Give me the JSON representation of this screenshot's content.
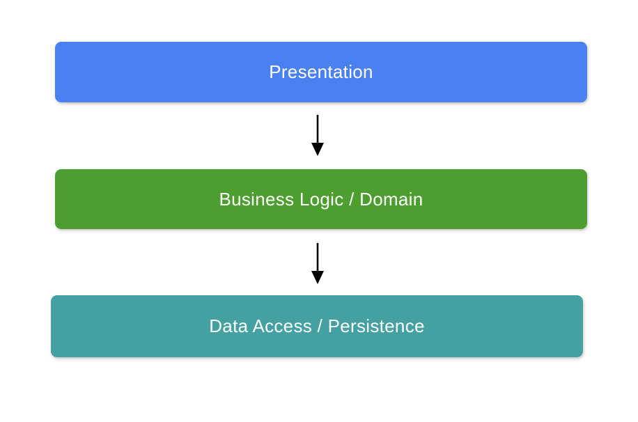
{
  "diagram": {
    "type": "layered-architecture",
    "background": "#ffffff",
    "arrow_color": "#000000",
    "layers": [
      {
        "id": "presentation",
        "label": "Presentation",
        "color": "#4a80f0",
        "text_color": "#ffffff"
      },
      {
        "id": "business-logic",
        "label": "Business Logic / Domain",
        "color": "#4c9f2f",
        "text_color": "#ffffff"
      },
      {
        "id": "data-access",
        "label": "Data Access / Persistence",
        "color": "#45a0a1",
        "text_color": "#ffffff"
      }
    ],
    "connections": [
      {
        "from": "presentation",
        "to": "business-logic",
        "style": "arrow-down"
      },
      {
        "from": "business-logic",
        "to": "data-access",
        "style": "arrow-down"
      }
    ]
  }
}
